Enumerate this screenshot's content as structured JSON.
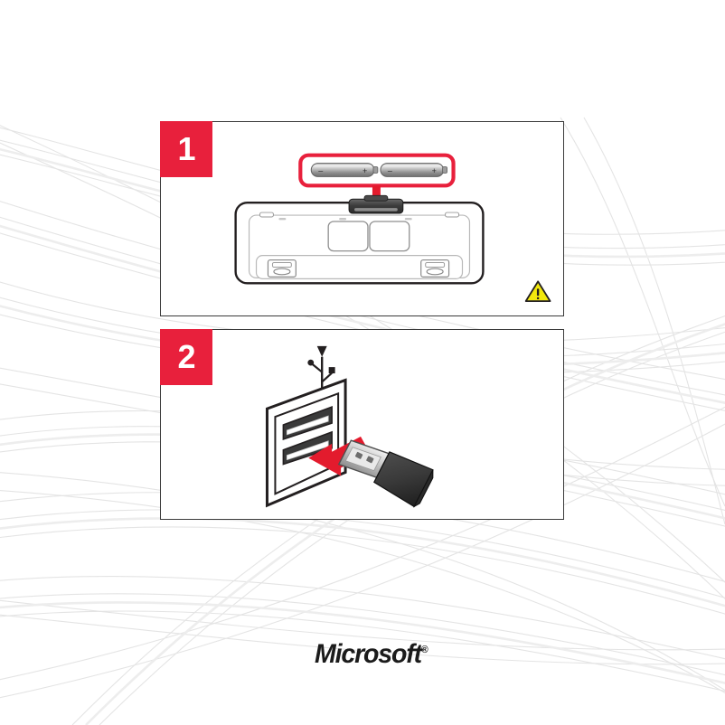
{
  "page": {
    "background_color": "#ffffff",
    "ribbon_color": "#e2e2e2",
    "accent_red": "#e8203c",
    "arrow_red": "#e31b2d",
    "warning_yellow": "#f2e80d",
    "ink": "#231f20"
  },
  "brand": {
    "name": "Microsoft",
    "trademark": "®"
  },
  "steps": [
    {
      "number": "1",
      "badge_label": "1",
      "art_name": "insert-batteries-illustration",
      "callout_name": "battery-pair-callout",
      "batteries": [
        {
          "name": "battery-aa-left",
          "negative_label": "–",
          "positive_label": "+"
        },
        {
          "name": "battery-aa-right",
          "negative_label": "–",
          "positive_label": "+"
        }
      ],
      "device_name": "keyboard-underside",
      "arrow_name": "insert-arrow-down",
      "warning_icon": "warning-triangle-icon",
      "warning_glyph": "!"
    },
    {
      "number": "2",
      "badge_label": "2",
      "art_name": "plug-usb-receiver-illustration",
      "usb_symbol_name": "usb-trident-icon",
      "port_name": "usb-port-stack",
      "receiver_name": "usb-receiver-dongle",
      "arrow_name": "insert-arrow-left"
    }
  ]
}
